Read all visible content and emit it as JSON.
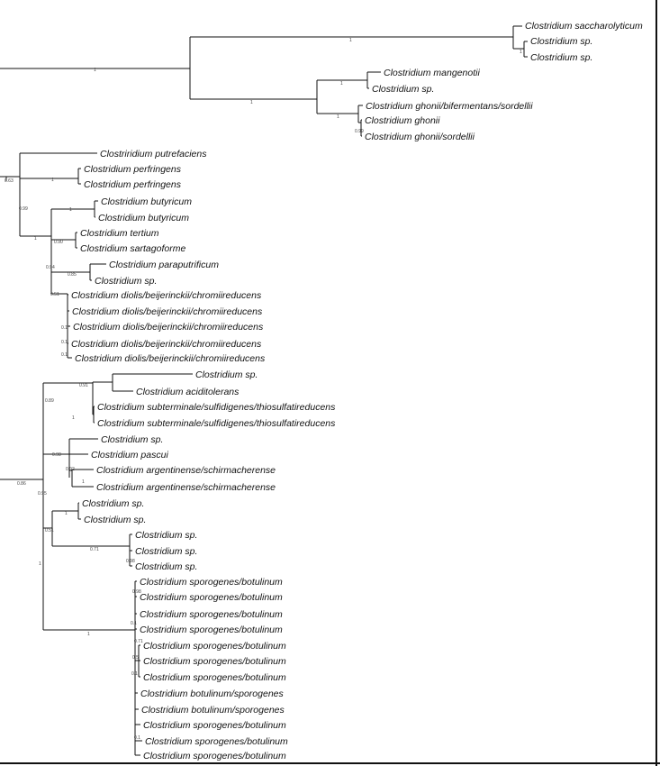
{
  "leaves": [
    {
      "id": "L1",
      "label": "Clostridium saccharolyticum"
    },
    {
      "id": "L2",
      "label": "Clostridium sp."
    },
    {
      "id": "L3",
      "label": "Clostridium sp."
    },
    {
      "id": "L4",
      "label": "Clostridium mangenotii"
    },
    {
      "id": "L5",
      "label": "Clostridium sp."
    },
    {
      "id": "L6",
      "label": "Clostridium ghonii/bifermentans/sordellii"
    },
    {
      "id": "L7",
      "label": "Clostridium ghonii"
    },
    {
      "id": "L8",
      "label": "Clostridium ghonii/sordellii"
    },
    {
      "id": "L9",
      "label": "Clostriridium putrefaciens"
    },
    {
      "id": "L10",
      "label": "Clostridium perfringens"
    },
    {
      "id": "L11",
      "label": "Clostridium perfringens"
    },
    {
      "id": "L12",
      "label": "Clostridium butyricum"
    },
    {
      "id": "L13",
      "label": "Clostridium butyricum"
    },
    {
      "id": "L14",
      "label": "Clostridium tertium"
    },
    {
      "id": "L15",
      "label": "Clostridium sartagoforme"
    },
    {
      "id": "L16",
      "label": "Clostridium paraputrificum"
    },
    {
      "id": "L17",
      "label": "Clostridium sp."
    },
    {
      "id": "L18",
      "label": "Clostridium diolis/beijerinckii/chromiireducens"
    },
    {
      "id": "L19",
      "label": "Clostridium diolis/beijerinckii/chromiireducens"
    },
    {
      "id": "L20",
      "label": "Clostridium diolis/beijerinckii/chromiireducens"
    },
    {
      "id": "L21",
      "label": "Clostridium diolis/beijerinckii/chromiireducens"
    },
    {
      "id": "L22",
      "label": "Clostridium diolis/beijerinckii/chromiireducens"
    },
    {
      "id": "L23",
      "label": "Clostridium sp."
    },
    {
      "id": "L24",
      "label": "Clostridium aciditolerans"
    },
    {
      "id": "L25",
      "label": "Clostridium subterminale/sulfidigenes/thiosulfatireducens"
    },
    {
      "id": "L26",
      "label": "Clostridium subterminale/sulfidigenes/thiosulfatireducens"
    },
    {
      "id": "L27",
      "label": "Clostridium sp."
    },
    {
      "id": "L28",
      "label": "Clostridium pascui"
    },
    {
      "id": "L29",
      "label": "Clostridium argentinense/schirmacherense"
    },
    {
      "id": "L30",
      "label": "Clostridium argentinense/schirmacherense"
    },
    {
      "id": "L31",
      "label": "Clostridium sp."
    },
    {
      "id": "L32",
      "label": "Clostridium sp."
    },
    {
      "id": "L33",
      "label": "Clostridium sp."
    },
    {
      "id": "L34",
      "label": "Clostridium sp."
    },
    {
      "id": "L35",
      "label": "Clostridium sp."
    },
    {
      "id": "L36",
      "label": "Clostridium sporogenes/botulinum"
    },
    {
      "id": "L37",
      "label": "Clostridium sporogenes/botulinum"
    },
    {
      "id": "L38",
      "label": "Clostridium sporogenes/botulinum"
    },
    {
      "id": "L39",
      "label": "Clostridium sporogenes/botulinum"
    },
    {
      "id": "L40",
      "label": "Clostridium sporogenes/botulinum"
    },
    {
      "id": "L41",
      "label": "Clostridium sporogenes/botulinum"
    },
    {
      "id": "L42",
      "label": "Clostridium sporogenes/botulinum"
    },
    {
      "id": "L43",
      "label": "Clostridium botulinum/sporogenes"
    },
    {
      "id": "L44",
      "label": "Clostridium botulinum/sporogenes"
    },
    {
      "id": "L45",
      "label": "Clostridium sporogenes/botulinum"
    },
    {
      "id": "L46",
      "label": "Clostridium sporogenes/botulinum"
    },
    {
      "id": "L47",
      "label": "Clostridium sporogenes/botulinum"
    }
  ],
  "support_values": [
    {
      "id": "S1",
      "value": "1"
    },
    {
      "id": "S2",
      "value": "1"
    },
    {
      "id": "S3",
      "value": "1"
    },
    {
      "id": "S4",
      "value": "1"
    },
    {
      "id": "S5",
      "value": "1"
    },
    {
      "id": "S6",
      "value": "1"
    },
    {
      "id": "S7",
      "value": "0.99"
    },
    {
      "id": "S8",
      "value": "0.63"
    },
    {
      "id": "S9",
      "value": "1"
    },
    {
      "id": "S10",
      "value": "0.99"
    },
    {
      "id": "S11",
      "value": "1"
    },
    {
      "id": "S12",
      "value": "1"
    },
    {
      "id": "S13",
      "value": "0.90"
    },
    {
      "id": "S14",
      "value": "0.94"
    },
    {
      "id": "S15",
      "value": "0.85"
    },
    {
      "id": "S16",
      "value": "0.51"
    },
    {
      "id": "S17",
      "value": "0.1"
    },
    {
      "id": "S18",
      "value": "0.1"
    },
    {
      "id": "S19",
      "value": "0.1"
    },
    {
      "id": "S20",
      "value": "0.91"
    },
    {
      "id": "S21",
      "value": "0.89"
    },
    {
      "id": "S22",
      "value": "1"
    },
    {
      "id": "S23",
      "value": "0.86"
    },
    {
      "id": "S24",
      "value": "0.98"
    },
    {
      "id": "S25",
      "value": "0.92"
    },
    {
      "id": "S26",
      "value": "1"
    },
    {
      "id": "S27",
      "value": "0.95"
    },
    {
      "id": "S28",
      "value": "1"
    },
    {
      "id": "S29",
      "value": "0.51"
    },
    {
      "id": "S30",
      "value": "0.71"
    },
    {
      "id": "S31",
      "value": "1"
    },
    {
      "id": "S32",
      "value": "0.98"
    },
    {
      "id": "S33",
      "value": "1"
    },
    {
      "id": "S34",
      "value": "0.98"
    },
    {
      "id": "S35",
      "value": "0.1"
    },
    {
      "id": "S36",
      "value": "0.71"
    },
    {
      "id": "S37",
      "value": "0.5"
    },
    {
      "id": "S38",
      "value": "0.1"
    },
    {
      "id": "S39",
      "value": "0.1"
    }
  ]
}
